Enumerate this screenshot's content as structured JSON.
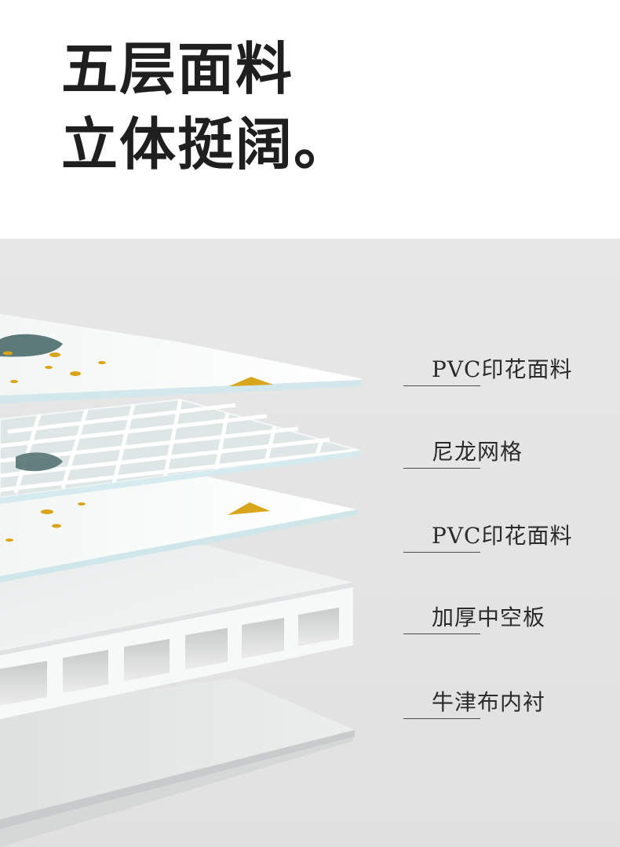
{
  "headline": {
    "line1": "五层面料",
    "line2": "立体挺阔。"
  },
  "layers": [
    {
      "label": "PVC印花面料"
    },
    {
      "label": "尼龙网格"
    },
    {
      "label": "PVC印花面料"
    },
    {
      "label": "加厚中空板"
    },
    {
      "label": "牛津布内衬"
    }
  ],
  "colors": {
    "background": "#ffffff",
    "panel": "#e4e4e4",
    "text": "#1f1f1f",
    "accent_yellow": "#d9a51a",
    "print_teal": "#4c6b6c",
    "edge_blue": "#d8ecef"
  }
}
